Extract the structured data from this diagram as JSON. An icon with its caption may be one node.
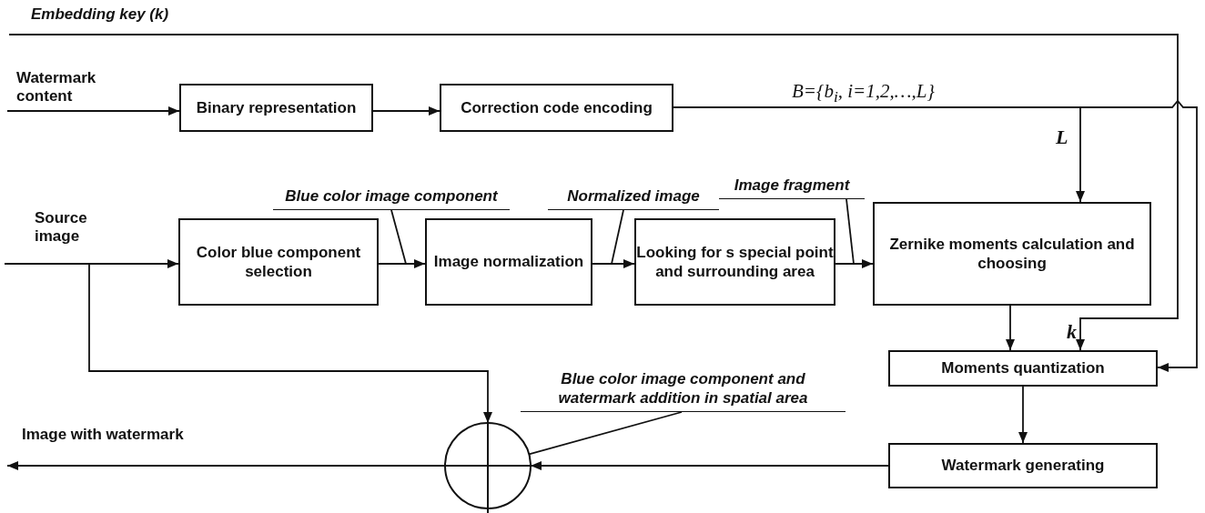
{
  "diagram": {
    "nodes": [
      {
        "text": [
          "Binary representation"
        ]
      },
      {
        "text": [
          "Correction code encoding"
        ]
      },
      {
        "text": [
          "Color blue component selection"
        ]
      },
      {
        "text": [
          "Image normalization"
        ]
      },
      {
        "text": [
          "Looking for s special point and surrounding area"
        ]
      },
      {
        "text": [
          "Zernike moments calculation and choosing"
        ]
      },
      {
        "text": [
          "Moments quantization"
        ]
      },
      {
        "text": [
          "Watermark generating"
        ]
      },
      {
        "text": [],
        "shape": "circle"
      },
      {
        "text": [
          "Blue color image component"
        ]
      },
      {
        "text": [
          "Normalized image"
        ]
      },
      {
        "text": [
          "Image fragment"
        ]
      },
      {
        "text": [
          "Blue color image component and watermark addition in spatial area"
        ]
      }
    ],
    "edges": [
      {
        "from": null,
        "to": 0,
        "arrow": "to",
        "label": "Watermark content"
      },
      {
        "from": 0,
        "to": 1,
        "arrow": "to"
      },
      {
        "from": 1,
        "to": 5,
        "arrow": "to",
        "label": "L"
      },
      {
        "from": 1,
        "to": 6,
        "arrow": "to",
        "label": "B={b$_{i}$, i=1,2,…,L}"
      },
      {
        "from": null,
        "to": 6,
        "arrow": "to",
        "label": "Embedding key (k)"
      },
      {
        "from": null,
        "to": 2,
        "arrow": "to",
        "label": "Source image"
      },
      {
        "from": 2,
        "to": 3,
        "arrow": "to"
      },
      {
        "from": 3,
        "to": 4,
        "arrow": "to"
      },
      {
        "from": 4,
        "to": 5,
        "arrow": "to"
      },
      {
        "from": 5,
        "to": 6,
        "arrow": "to"
      },
      {
        "from": 6,
        "to": 7,
        "arrow": "to"
      },
      {
        "from": 7,
        "to": 8,
        "arrow": "to"
      },
      {
        "from": 8,
        "to": null,
        "arrow": "to",
        "label": "Image with watermark"
      },
      {
        "from": null,
        "to": 8,
        "arrow": "to"
      },
      {
        "from": 9,
        "to": null,
        "arrow": "none"
      },
      {
        "from": 10,
        "to": null,
        "arrow": "none"
      },
      {
        "from": 11,
        "to": null,
        "arrow": "none"
      },
      {
        "from": 12,
        "to": 8,
        "arrow": "none"
      }
    ],
    "labels": [
      "k"
    ]
  }
}
